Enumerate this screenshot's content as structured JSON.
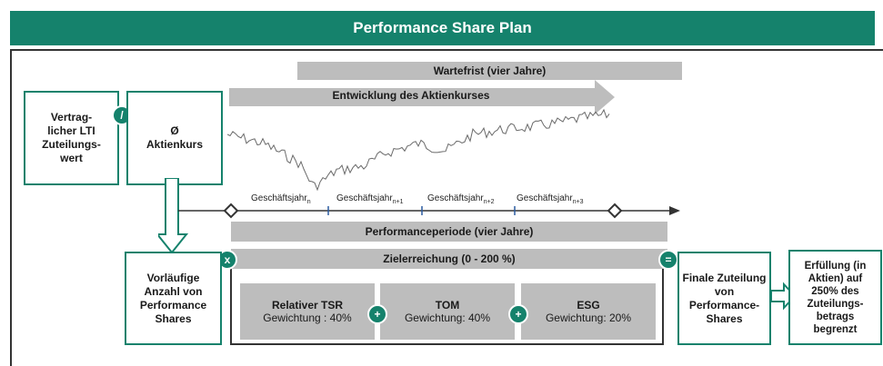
{
  "header": {
    "title": "Performance Share Plan"
  },
  "bars": {
    "wartefrist": "Wartefrist (vier Jahre)",
    "entwicklung": "Entwicklung des Aktienkurses",
    "performanceperiode": "Performanceperiode (vier Jahre)",
    "zielerreichung": "Zielerreichung (0 - 200 %)"
  },
  "boxes": {
    "lti_line1": "Vertrag-",
    "lti_line2": "licher LTI",
    "lti_line3": "Zuteilungs-",
    "lti_line4": "wert",
    "divide_symbol": "/",
    "avg_symbol": "Ø",
    "avg_label": "Aktienkurs",
    "prelim_line1": "Vorläufige",
    "prelim_line2": "Anzahl von",
    "prelim_line3": "Performance",
    "prelim_line4": "Shares",
    "final_line1": "Finale Zuteilung",
    "final_line2": "von",
    "final_line3": "Performance-",
    "final_line4": "Shares",
    "fulfil_line1": "Erfüllung (in",
    "fulfil_line2": "Aktien) auf",
    "fulfil_line3": "250% des",
    "fulfil_line4": "Zuteilungs-",
    "fulfil_line5": "betrags",
    "fulfil_line6": "begrenzt"
  },
  "timeline": {
    "fy_base": "Geschäftsjahr",
    "fy_subs": [
      "n",
      "n+1",
      "n+2",
      "n+3"
    ]
  },
  "operators": {
    "multiply": "x",
    "equals": "=",
    "plus1": "+",
    "plus2": "+"
  },
  "kpis": [
    {
      "title": "Relativer TSR",
      "weight": "Gewichtung : 40%"
    },
    {
      "title": "TOM",
      "weight": "Gewichtung: 40%"
    },
    {
      "title": "ESG",
      "weight": "Gewichtung: 20%"
    }
  ],
  "colors": {
    "brand": "#15826c",
    "bar": "#bdbdbd",
    "line": "#333333"
  }
}
